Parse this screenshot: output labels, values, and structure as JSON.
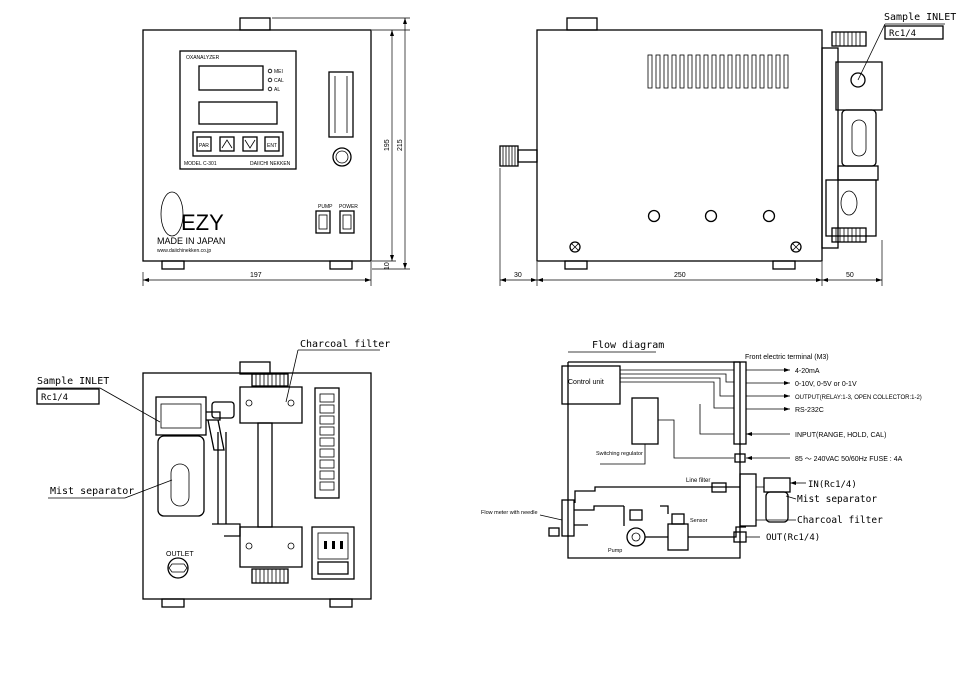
{
  "front_view": {
    "panel_title": "OXANALYZER",
    "led_labels": [
      "MEI",
      "CAL",
      "AL"
    ],
    "buttons": [
      "PAR",
      "ENT"
    ],
    "model": "MODEL C-301",
    "maker": "DAIICHI NEKKEN",
    "switch_labels": [
      "PUMP",
      "POWER"
    ],
    "brand": "EZY",
    "made_in": "MADE IN JAPAN",
    "url": "www.daiichinekken.co.jp",
    "dim_height_inner": "195",
    "dim_height_total": "215",
    "dim_foot": "10",
    "dim_width": "197"
  },
  "side_view": {
    "sample_inlet_label": "Sample INLET",
    "sample_inlet_thread": "Rc1/4",
    "dim_left": "30",
    "dim_body": "250",
    "dim_right": "50"
  },
  "rear_view": {
    "charcoal_filter_label": "Charcoal filter",
    "sample_inlet_label": "Sample INLET",
    "sample_inlet_thread": "Rc1/4",
    "mist_separator_label": "Mist separator",
    "outlet_label": "OUTLET"
  },
  "flow_diagram": {
    "title": "Flow diagram",
    "terminal_label": "Front electric terminal (M3)",
    "control_unit": "Control unit",
    "switching_regulator": "Switching regulator",
    "outputs": [
      "4-20mA",
      "0-10V, 0-5V or 0-1V",
      "OUTPUT(RELAY:1-3, OPEN COLLECTOR:1-2)",
      "RS-232C",
      "INPUT(RANGE, HOLD, CAL)",
      "85 ～ 240VAC 50/60Hz FUSE : 4A"
    ],
    "line_filter": "Line filter",
    "flow_meter": "Flow meter with needle",
    "sensor": "Sensor",
    "pump": "Pump",
    "in_label": "IN(Rc1/4)",
    "mist_separator": "Mist separator",
    "charcoal_filter": "Charcoal filter",
    "out_label": "OUT(Rc1/4)"
  }
}
